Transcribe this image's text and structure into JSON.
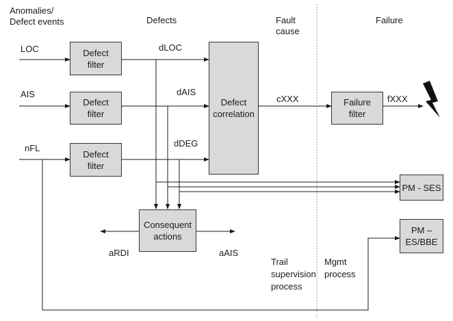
{
  "colors": {
    "box_fill": "#d9d9d9",
    "line": "#1a1a1a",
    "dashed": "#999999"
  },
  "headings": {
    "anomalies": "Anomalies/\nDefect events",
    "defects": "Defects",
    "fault_cause": "Fault\ncause",
    "failure": "Failure"
  },
  "inputs": {
    "loc": "LOC",
    "ais": "AIS",
    "nfl": "nFL"
  },
  "boxes": {
    "defect_filter_1": "Defect\nfilter",
    "defect_filter_2": "Defect\nfilter",
    "defect_filter_3": "Defect\nfilter",
    "defect_correlation": "Defect\ncorrelation",
    "failure_filter": "Failure\nfilter",
    "consequent_actions": "Consequent\nactions",
    "pm_ses": "PM - SES",
    "pm_es_bbe": "PM –\nES/BBE"
  },
  "signals": {
    "dloc": "dLOC",
    "dais": "dAIS",
    "ddeg": "dDEG",
    "cxxx": "cXXX",
    "fxxx": "fXXX",
    "ardi": "aRDI",
    "aais": "aAIS"
  },
  "process_labels": {
    "trail": "Trail\nsupervision\nprocess",
    "mgmt": "Mgmt\nprocess"
  },
  "icons": {
    "failure_alarm": "lightning-bolt-icon"
  }
}
